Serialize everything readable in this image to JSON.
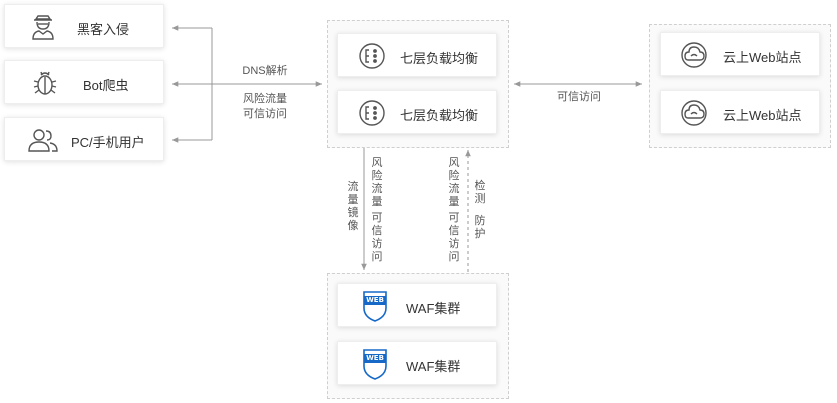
{
  "sources": [
    {
      "label": "黑客入侵",
      "icon": "hacker-icon"
    },
    {
      "label": "Bot爬虫",
      "icon": "bug-icon"
    },
    {
      "label": "PC/手机用户",
      "icon": "users-icon"
    }
  ],
  "slb": {
    "items": [
      {
        "label": "七层负载均衡"
      },
      {
        "label": "七层负载均衡"
      }
    ],
    "icon": "load-balancer-icon"
  },
  "web": {
    "items": [
      {
        "label": "云上Web站点"
      },
      {
        "label": "云上Web站点"
      }
    ],
    "icon": "cloud-icon"
  },
  "waf": {
    "items": [
      {
        "label": "WAF集群"
      },
      {
        "label": "WAF集群"
      }
    ],
    "icon": "waf-web-icon",
    "badge": "WEB"
  },
  "edges": {
    "dns": "DNS解析",
    "risk_line1": "风险流量",
    "risk_line2": "可信访问",
    "trusted": "可信访问",
    "mirror": "流量镜像",
    "down_risk": "风险流量",
    "down_trusted": "可信访问",
    "up_risk": "风险流量",
    "up_trusted": "可信访问",
    "detect": "检测",
    "protect": "防护"
  },
  "colors": {
    "accent": "#1769c7",
    "line": "#999999",
    "text": "#333333"
  }
}
